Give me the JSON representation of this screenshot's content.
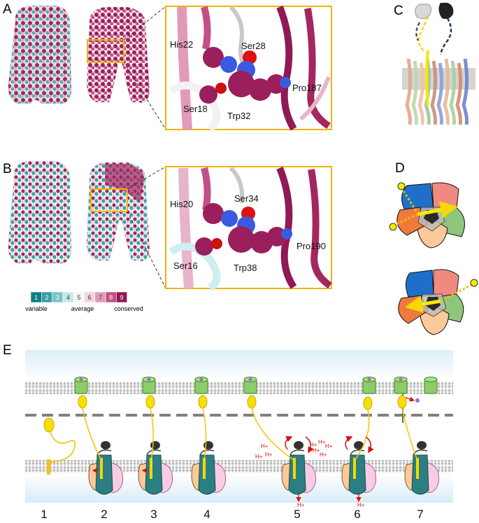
{
  "panels": {
    "A": {
      "label": "A",
      "residues": [
        "His22",
        "Ser28",
        "Ser18",
        "Trp32",
        "Pro187"
      ]
    },
    "B": {
      "label": "B",
      "residues": [
        "His20",
        "Ser34",
        "Ser16",
        "Trp38",
        "Pro190"
      ]
    },
    "C": {
      "label": "C"
    },
    "D": {
      "label": "D"
    },
    "E": {
      "label": "E",
      "steps": [
        "1",
        "2",
        "3",
        "4",
        "5",
        "6",
        "7"
      ],
      "proton": "H+"
    }
  },
  "scale": {
    "grades": [
      "1",
      "2",
      "3",
      "4",
      "5",
      "6",
      "7",
      "8",
      "9"
    ],
    "colors": [
      "#0e7f86",
      "#3a9da3",
      "#7cc3c7",
      "#c5e7ea",
      "#f6f6f6",
      "#f4d3e0",
      "#e29ab8",
      "#c24f86",
      "#8f1a55"
    ],
    "legend": {
      "low": "variable",
      "mid": "average",
      "high": "conserved"
    }
  },
  "colors": {
    "highlight_box": "#f0b400",
    "conserved": "#9b1f5c",
    "variable": "#1b8a91",
    "linker": "#f5c400",
    "receptor": "#6cc24a",
    "membrane": "#bfe0f0",
    "proton": "#d11111"
  }
}
